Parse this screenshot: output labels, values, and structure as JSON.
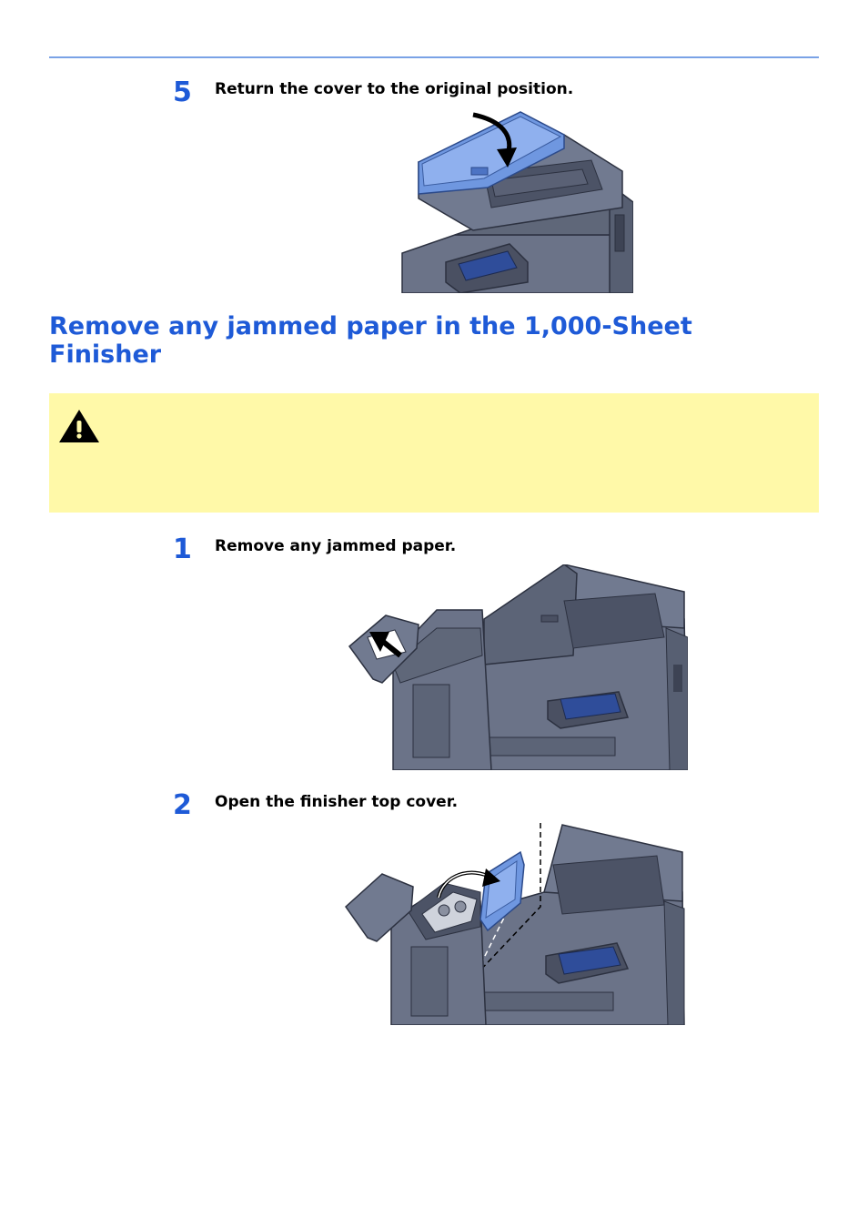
{
  "colors": {
    "accent": "#1e5ad7",
    "rule": "#7aa2e6",
    "warning_bg": "#fff9a8",
    "device": "#6b7388",
    "highlight": "#5b8ee6"
  },
  "steps_top": [
    {
      "number": "5",
      "text": "Return the cover to the original position."
    }
  ],
  "section": {
    "title": "Remove any jammed paper in the 1,000-Sheet Finisher"
  },
  "warning": {
    "icon": "warning-triangle-icon"
  },
  "steps": [
    {
      "number": "1",
      "text": "Remove any jammed paper."
    },
    {
      "number": "2",
      "text": "Open the finisher top cover."
    }
  ]
}
